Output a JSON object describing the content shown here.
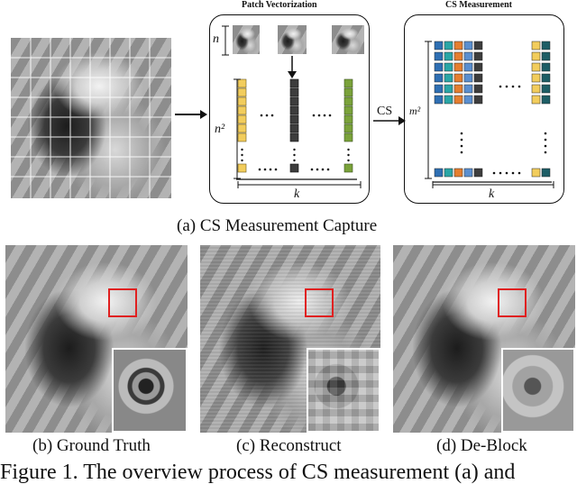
{
  "panel_a": {
    "title_patch": "Patch Vectorization",
    "title_cs": "CS Measurement",
    "label_n": "n",
    "label_n2": "n²",
    "label_k_left": "k",
    "label_k_right": "k",
    "label_cs_arrow": "CS",
    "label_m2": "m²",
    "dots_h": "· · ·",
    "dots_v": "⋮",
    "caption": "(a) CS Measurement Capture"
  },
  "panels": {
    "b_caption": "(b) Ground Truth",
    "c_caption": "(c) Reconstruct",
    "d_caption": "(d) De-Block"
  },
  "figure_caption": "Figure 1. The overview process of CS measurement (a) and"
}
